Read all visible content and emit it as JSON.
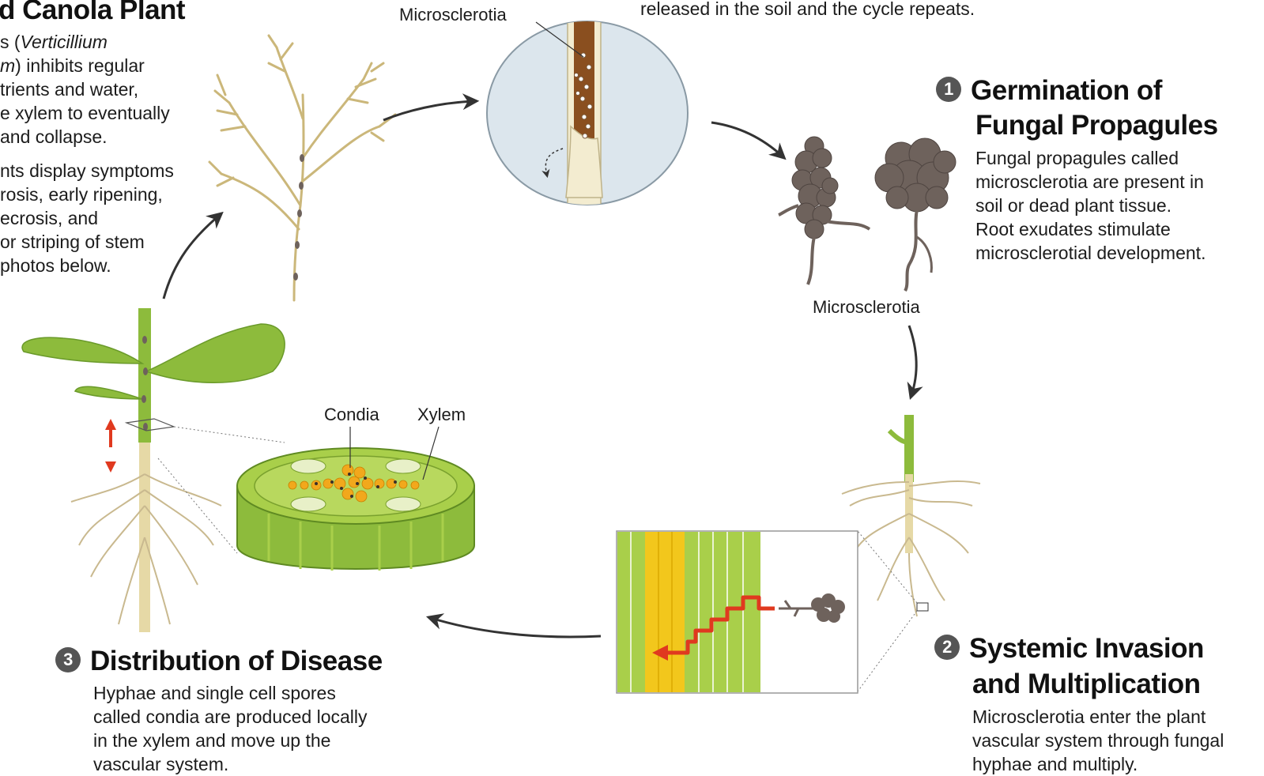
{
  "top_left": {
    "title": "d Canola Plant",
    "para1_line1_prefix": "s (",
    "para1_line1_italic": "Verticillium",
    "para1_line2_italic": "m",
    "para1_line2_rest": ") inhibits regular",
    "para1_line3": "trients and water,",
    "para1_line4": "e xylem to eventually",
    "para1_line5": "and collapse.",
    "para2_line1": "nts display symptoms",
    "para2_line2": "rosis, early ripening,",
    "para2_line3": "ecrosis, and",
    "para2_line4": "or striping of stem",
    "para2_line5": "photos below."
  },
  "top_center": {
    "text": "released in the soil and the cycle repeats.",
    "stem_label": "Microsclerotia"
  },
  "step1": {
    "number": "1",
    "title_line1": "Germination of",
    "title_line2": "Fungal Propagules",
    "desc": [
      "Fungal propagules called",
      "microsclerotia are present in",
      "soil or dead plant tissue.",
      "Root exudates stimulate",
      "microsclerotial development."
    ],
    "image_label": "Microsclerotia"
  },
  "step2": {
    "number": "2",
    "title_line1": "Systemic Invasion",
    "title_line2": "and Multiplication",
    "desc": [
      "Microsclerotia enter the plant",
      "vascular system through fungal",
      "hyphae and multiply."
    ]
  },
  "step3": {
    "number": "3",
    "title": "Distribution of Disease",
    "desc": [
      "Hyphae and single cell spores",
      "called condia are produced locally",
      "in the xylem and move up the",
      "vascular system."
    ],
    "label_condia": "Condia",
    "label_xylem": "Xylem"
  },
  "colors": {
    "leaf_green": "#8dbb3c",
    "stem_dry": "#e6d9a6",
    "microsclerotia": "#6e625c",
    "hyphae_red": "#e0391f",
    "xylem_yellow": "#f2c71c",
    "arrow_dark": "#333333"
  }
}
